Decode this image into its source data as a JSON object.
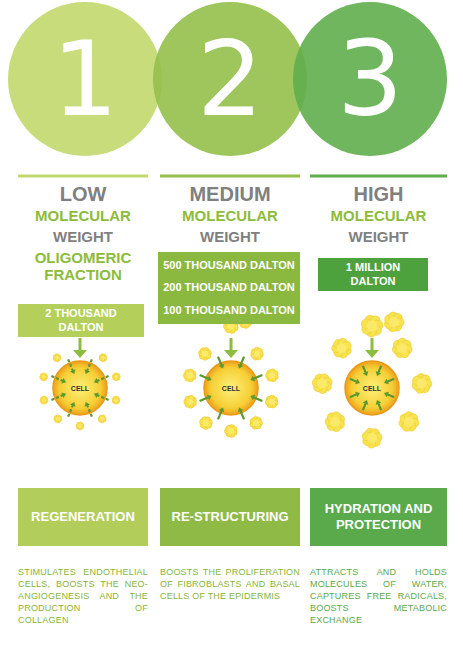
{
  "diagram": {
    "nodes": [
      {
        "text": [
          "1"
        ]
      },
      {
        "text": [
          "2"
        ]
      },
      {
        "text": [
          "3"
        ]
      },
      {
        "text": [
          "2 THOUSAND DALTON"
        ]
      },
      {
        "text": [
          "500 THOUSAND DALTON",
          "200 THOUSAND DALTON",
          "100 THOUSAND DALTON"
        ]
      },
      {
        "text": [
          "1 MILLION DALTON"
        ]
      },
      {
        "text": [
          "CELL"
        ]
      },
      {
        "text": [
          "CELL"
        ]
      },
      {
        "text": [
          "CELL"
        ]
      },
      {
        "text": [
          "REGENERATION"
        ]
      },
      {
        "text": [
          "RE-STRUCTURING"
        ]
      },
      {
        "text": [
          "HYDRATION AND PROTECTION"
        ]
      }
    ],
    "labels": [
      "LOW",
      "MOLECULAR",
      "WEIGHT",
      "OLIGOMERIC FRACTION",
      "MEDIUM",
      "MOLECULAR",
      "WEIGHT",
      "HIGH",
      "MOLECULAR",
      "WEIGHT",
      "STIMULATES ENDOTHELIAL CELLS, BOOSTS THE NEO-ANGIOGENESIS AND THE PRODUCTION OF COLLAGEN",
      "BOOSTS THE PROLIFERATION OF FIBROBLASTS AND BASAL CELLS OF THE EPIDERMIS",
      "ATTRACTS AND HOLDS MOLECULES OF WATER, CAPTURES FREE RADICALS, BOOSTS METABOLIC EXCHANGE"
    ]
  }
}
